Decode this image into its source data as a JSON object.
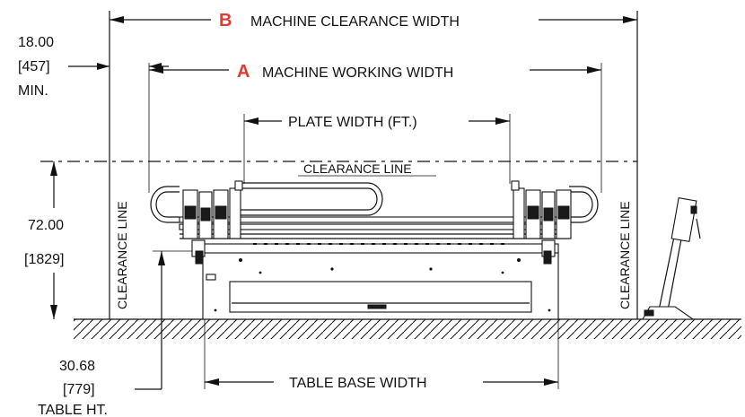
{
  "labels": {
    "b_letter": "B",
    "b_text": "MACHINE CLEARANCE WIDTH",
    "a_letter": "A",
    "a_text": "MACHINE WORKING WIDTH",
    "plate_width": "PLATE WIDTH (FT.)",
    "clearance_line_top": "CLEARANCE LINE",
    "clearance_line_left": "CLEARANCE LINE",
    "clearance_line_right": "CLEARANCE LINE",
    "table_base_width": "TABLE BASE WIDTH",
    "dim_18": "18.00",
    "dim_457": "[457]",
    "dim_min": "MIN.",
    "dim_72": "72.00",
    "dim_1829": "[1829]",
    "dim_3068": "30.68",
    "dim_779": "[779]",
    "dim_table_ht": "TABLE HT."
  },
  "colors": {
    "accent_red": "#e03a32",
    "line": "#111111"
  }
}
